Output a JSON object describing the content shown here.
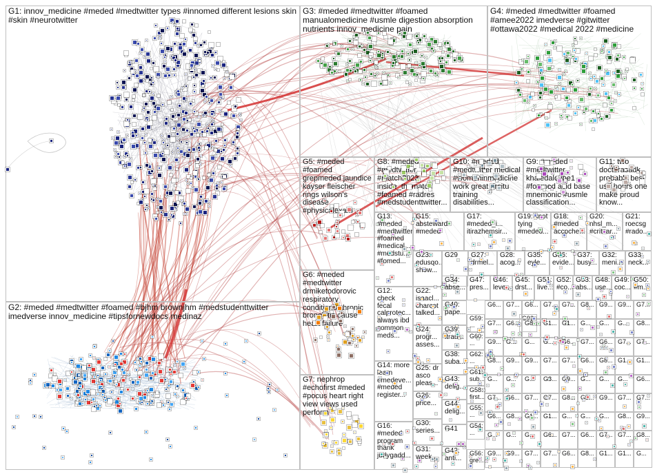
{
  "groups": [
    {
      "id": "G1",
      "label": "G1: innov_medicine #meded #medtwitter types #innomed different lesions skin #skin #neurotwitter",
      "color": "#1a237e"
    },
    {
      "id": "G2",
      "label": "G2: #meded #medtwitter #foamed #bjhm brownjhm #medstudenttwitter imedverse innov_medicine #tipsfornewdocs medinaz",
      "color": "#1e6fb8"
    },
    {
      "id": "G3",
      "label": "G3: #meded #medtwitter #foamed manualomedicine #usmle digestion absorption nutrients innov_medicine pain",
      "color": "#1b5e20"
    },
    {
      "id": "G4",
      "label": "G4: #meded #medtwitter #foamed #amee2022 imedverse #gitwitter #ottawa2022 #medical 2022 #medicine",
      "color": "#2e9e3a"
    },
    {
      "id": "G5",
      "label": "G5: #meded #foamed grepmeded jaundice kayser fleischer rings wilson's disease #physicalexam",
      "color": "#b71c1c"
    },
    {
      "id": "G6",
      "label": "G6: #meded #medtwitter drmiketodorovic respiratory conditions chronic bronchitis cause heart failure",
      "color": "#e0a020"
    },
    {
      "id": "G7",
      "label": "G7: nephrop #echofirst #meded #pocus heart right view views used perform",
      "color": "#e8c040"
    },
    {
      "id": "G8",
      "label": "G8: #meded #medtwitter #match2023 inside_thematch #foamed #radres #medstudenttwitter...",
      "color": "#9ccc65"
    },
    {
      "id": "G9",
      "label": "G9: #meded #medtwitter khaledalotibe1 #foamed acid base mnemonic #usmle classification...",
      "color": "#ab47bc"
    },
    {
      "id": "G10",
      "label": "G10: #meded #medtwitter medical #womeninmedicine work great drsitu training disabilities...",
      "color": "#78909c"
    },
    {
      "id": "G11",
      "label": "G11: two doctorasadk probably best use hours one make proud know...",
      "color": "#8d6e63"
    },
    {
      "id": "G12",
      "label": "G12: check fecal calprotec... always ibd common meds...",
      "color": "#90a4ae"
    },
    {
      "id": "G13",
      "label": "G13: #meded #medtwitter #foamed #medical... #medstu... #fomed...",
      "color": "#c62828"
    },
    {
      "id": "G14",
      "label": "G14: more learn emedeve... #meded register...",
      "color": "#90a4ae"
    },
    {
      "id": "G15",
      "label": "G15: absteward #meded",
      "color": "#4db6ac"
    },
    {
      "id": "G16",
      "label": "G16: #meded program thank judygadd...",
      "color": "#90a4ae"
    },
    {
      "id": "G17",
      "label": "G17: #meded_i... itirazhemsir...",
      "color": "#90a4ae"
    },
    {
      "id": "G18",
      "label": "G18: #meded accpche...",
      "color": "#90a4ae"
    },
    {
      "id": "G19",
      "label": "G19: knot tying #meded...",
      "color": "#90a4ae"
    },
    {
      "id": "G20",
      "label": "G20: nhsl_m... #critcar...",
      "color": "#90a4ae"
    },
    {
      "id": "G21",
      "label": "G21: roecsg #rado...",
      "color": "#90a4ae"
    },
    {
      "id": "G22",
      "label": "G22: isaacl... charcot talked...",
      "color": "#90a4ae"
    },
    {
      "id": "G23",
      "label": "G23: edusqo... show...",
      "color": "#90a4ae"
    },
    {
      "id": "G24",
      "label": "G24: progr... asses...",
      "color": "#90a4ae"
    },
    {
      "id": "G25",
      "label": "G25: dr asco pleas...",
      "color": "#90a4ae"
    },
    {
      "id": "G26",
      "label": "G26: price...",
      "color": "#90a4ae"
    },
    {
      "id": "G27",
      "label": "G27: drmel...",
      "color": "#90a4ae"
    },
    {
      "id": "G28",
      "label": "G28: acog...",
      "color": "#90a4ae"
    },
    {
      "id": "G29",
      "label": "G29",
      "color": "#90a4ae"
    },
    {
      "id": "G30",
      "label": "G30: series...",
      "color": "#90a4ae"
    },
    {
      "id": "G31",
      "label": "G31: week...",
      "color": "#90a4ae"
    },
    {
      "id": "G32",
      "label": "G32: meni...",
      "color": "#90a4ae"
    },
    {
      "id": "G33",
      "label": "G33: neck...",
      "color": "#90a4ae"
    },
    {
      "id": "G34",
      "label": "G34: abse...",
      "color": "#90a4ae"
    },
    {
      "id": "G35",
      "label": "G35: eyle...",
      "color": "#90a4ae"
    },
    {
      "id": "G36",
      "label": "G36: evide...",
      "color": "#90a4ae"
    },
    {
      "id": "G37",
      "label": "G37: busy...",
      "color": "#90a4ae"
    },
    {
      "id": "G38",
      "label": "G38: suba...",
      "color": "#90a4ae"
    },
    {
      "id": "G39",
      "label": "G39: itrau...",
      "color": "#90a4ae"
    },
    {
      "id": "G40",
      "label": "G40: pape...",
      "color": "#90a4ae"
    },
    {
      "id": "G41",
      "label": "G41",
      "color": "#90a4ae"
    },
    {
      "id": "G42",
      "label": "G42: anti...",
      "color": "#90a4ae"
    },
    {
      "id": "G43",
      "label": "G43: delig...",
      "color": "#90a4ae"
    },
    {
      "id": "G44",
      "label": "G44: delig...",
      "color": "#90a4ae"
    },
    {
      "id": "G45",
      "label": "G45: drst...",
      "color": "#90a4ae"
    },
    {
      "id": "G46",
      "label": "G46: leve...",
      "color": "#90a4ae"
    },
    {
      "id": "G47",
      "label": "G47: pres...",
      "color": "#90a4ae"
    },
    {
      "id": "G48",
      "label": "G48: use...",
      "color": "#90a4ae"
    },
    {
      "id": "G49",
      "label": "G49: coc...",
      "color": "#90a4ae"
    },
    {
      "id": "G50",
      "label": "G50: #m...",
      "color": "#90a4ae"
    },
    {
      "id": "G51",
      "label": "G51: live...",
      "color": "#90a4ae"
    },
    {
      "id": "G52",
      "label": "G52: #co...",
      "color": "#90a4ae"
    },
    {
      "id": "G53",
      "label": "G53: abs...",
      "color": "#90a4ae"
    },
    {
      "id": "G54",
      "label": "G54: ...",
      "color": "#90a4ae"
    },
    {
      "id": "G55",
      "label": "G55: ...",
      "color": "#90a4ae"
    },
    {
      "id": "G56",
      "label": "G56: gre...",
      "color": "#90a4ae"
    },
    {
      "id": "G58",
      "label": "G58: first...",
      "color": "#90a4ae"
    },
    {
      "id": "G59",
      "label": "G59: ...",
      "color": "#90a4ae"
    },
    {
      "id": "G60",
      "label": "G60: ...",
      "color": "#90a4ae"
    },
    {
      "id": "G61",
      "label": "G61: sub...",
      "color": "#90a4ae"
    },
    {
      "id": "G62",
      "label": "G62: ...",
      "color": "#90a4ae"
    },
    {
      "id": "G93",
      "label": "G93",
      "color": "#90a4ae"
    }
  ],
  "filler_labels": [
    "G6...",
    "G7...",
    "G6...",
    "G7...",
    "G7...",
    "G8...",
    "G9...",
    "G9...",
    "G7...",
    "G7...",
    "G6...",
    "G8...",
    "G1...",
    "G1...",
    "G...",
    "G...",
    "G...",
    "G8...",
    "G9...",
    "G...",
    "G...",
    "G..."
  ]
}
